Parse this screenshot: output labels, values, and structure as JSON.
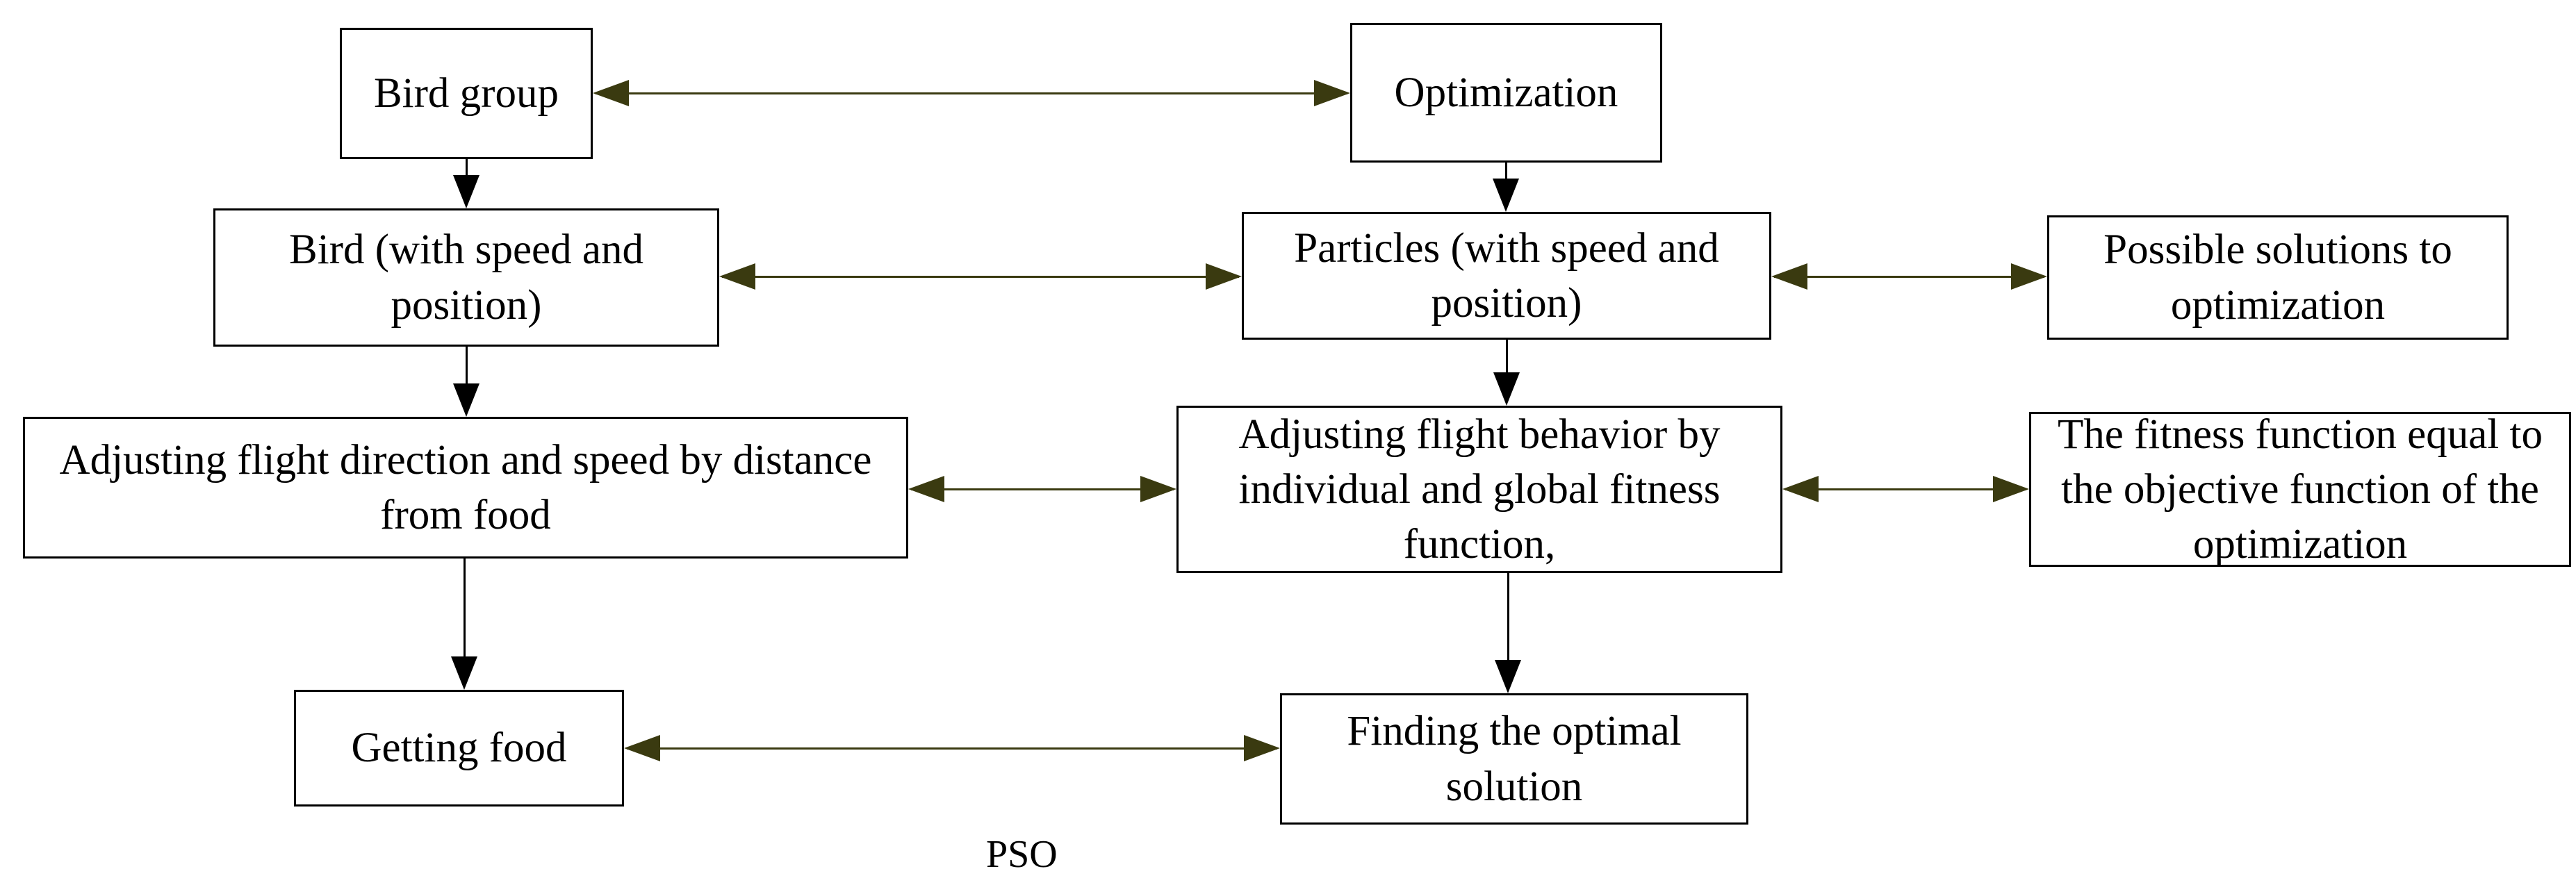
{
  "diagram": {
    "caption": "PSO",
    "colors": {
      "background": "#ffffff",
      "box_border": "#000000",
      "box_fill": "#ffffff",
      "text": "#000000",
      "horizontal_arrow": "#3a3a10",
      "vertical_arrow": "#000000"
    },
    "nodes": {
      "bird_group": {
        "label": "Bird group"
      },
      "optimization": {
        "label": "Optimization"
      },
      "bird_speed_position": {
        "label": "Bird (with speed and\nposition)"
      },
      "particles_speed_position": {
        "label": "Particles (with speed and\nposition)"
      },
      "possible_solutions": {
        "label": "Possible solutions to\noptimization"
      },
      "adjusting_direction": {
        "label": "Adjusting flight direction and speed by distance\nfrom food"
      },
      "adjusting_behavior": {
        "label": "Adjusting flight behavior by\nindividual and global fitness\nfunction,"
      },
      "fitness_function": {
        "label": "The fitness function equal to\nthe objective function of the\noptimization"
      },
      "getting_food": {
        "label": "Getting food"
      },
      "finding_optimal": {
        "label": "Finding the optimal\nsolution"
      }
    },
    "edges": [
      {
        "from": "bird_group",
        "to": "optimization",
        "type": "bidirectional"
      },
      {
        "from": "bird_group",
        "to": "bird_speed_position",
        "type": "down"
      },
      {
        "from": "optimization",
        "to": "particles_speed_position",
        "type": "down"
      },
      {
        "from": "bird_speed_position",
        "to": "particles_speed_position",
        "type": "bidirectional"
      },
      {
        "from": "particles_speed_position",
        "to": "possible_solutions",
        "type": "bidirectional"
      },
      {
        "from": "bird_speed_position",
        "to": "adjusting_direction",
        "type": "down"
      },
      {
        "from": "particles_speed_position",
        "to": "adjusting_behavior",
        "type": "down"
      },
      {
        "from": "adjusting_direction",
        "to": "adjusting_behavior",
        "type": "bidirectional"
      },
      {
        "from": "adjusting_behavior",
        "to": "fitness_function",
        "type": "bidirectional"
      },
      {
        "from": "adjusting_direction",
        "to": "getting_food",
        "type": "down"
      },
      {
        "from": "adjusting_behavior",
        "to": "finding_optimal",
        "type": "down"
      },
      {
        "from": "getting_food",
        "to": "finding_optimal",
        "type": "bidirectional"
      }
    ]
  }
}
